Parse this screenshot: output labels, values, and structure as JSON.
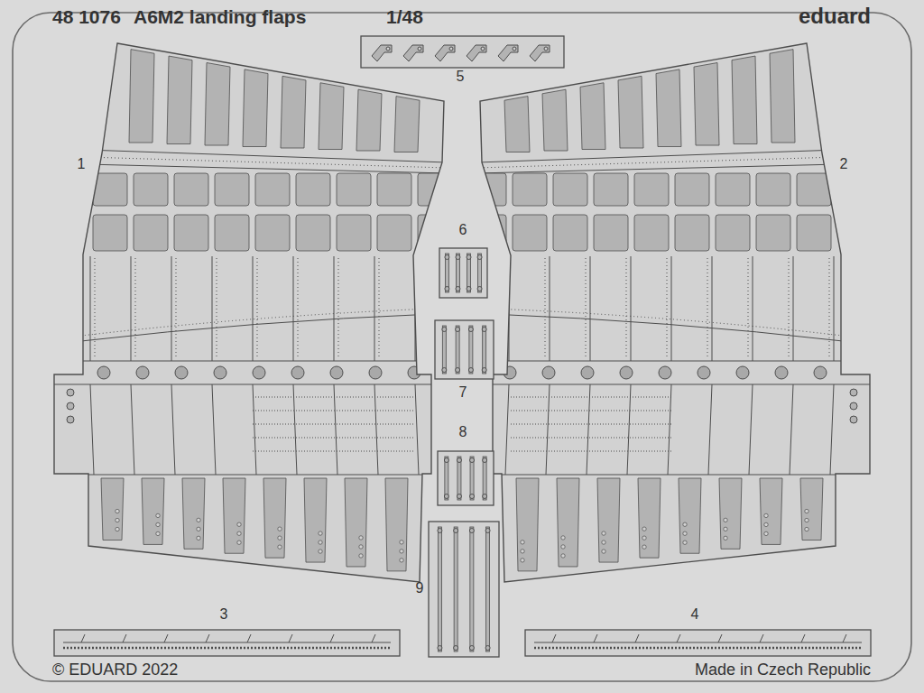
{
  "diagram": {
    "labels": [
      "48 1076",
      "A6M2 landing flaps",
      "1/48",
      "eduard",
      "5",
      "1",
      "2",
      "6",
      "7",
      "8",
      "9",
      "3",
      "4",
      "© EDUARD 2022",
      "Made in Czech Republic"
    ]
  }
}
